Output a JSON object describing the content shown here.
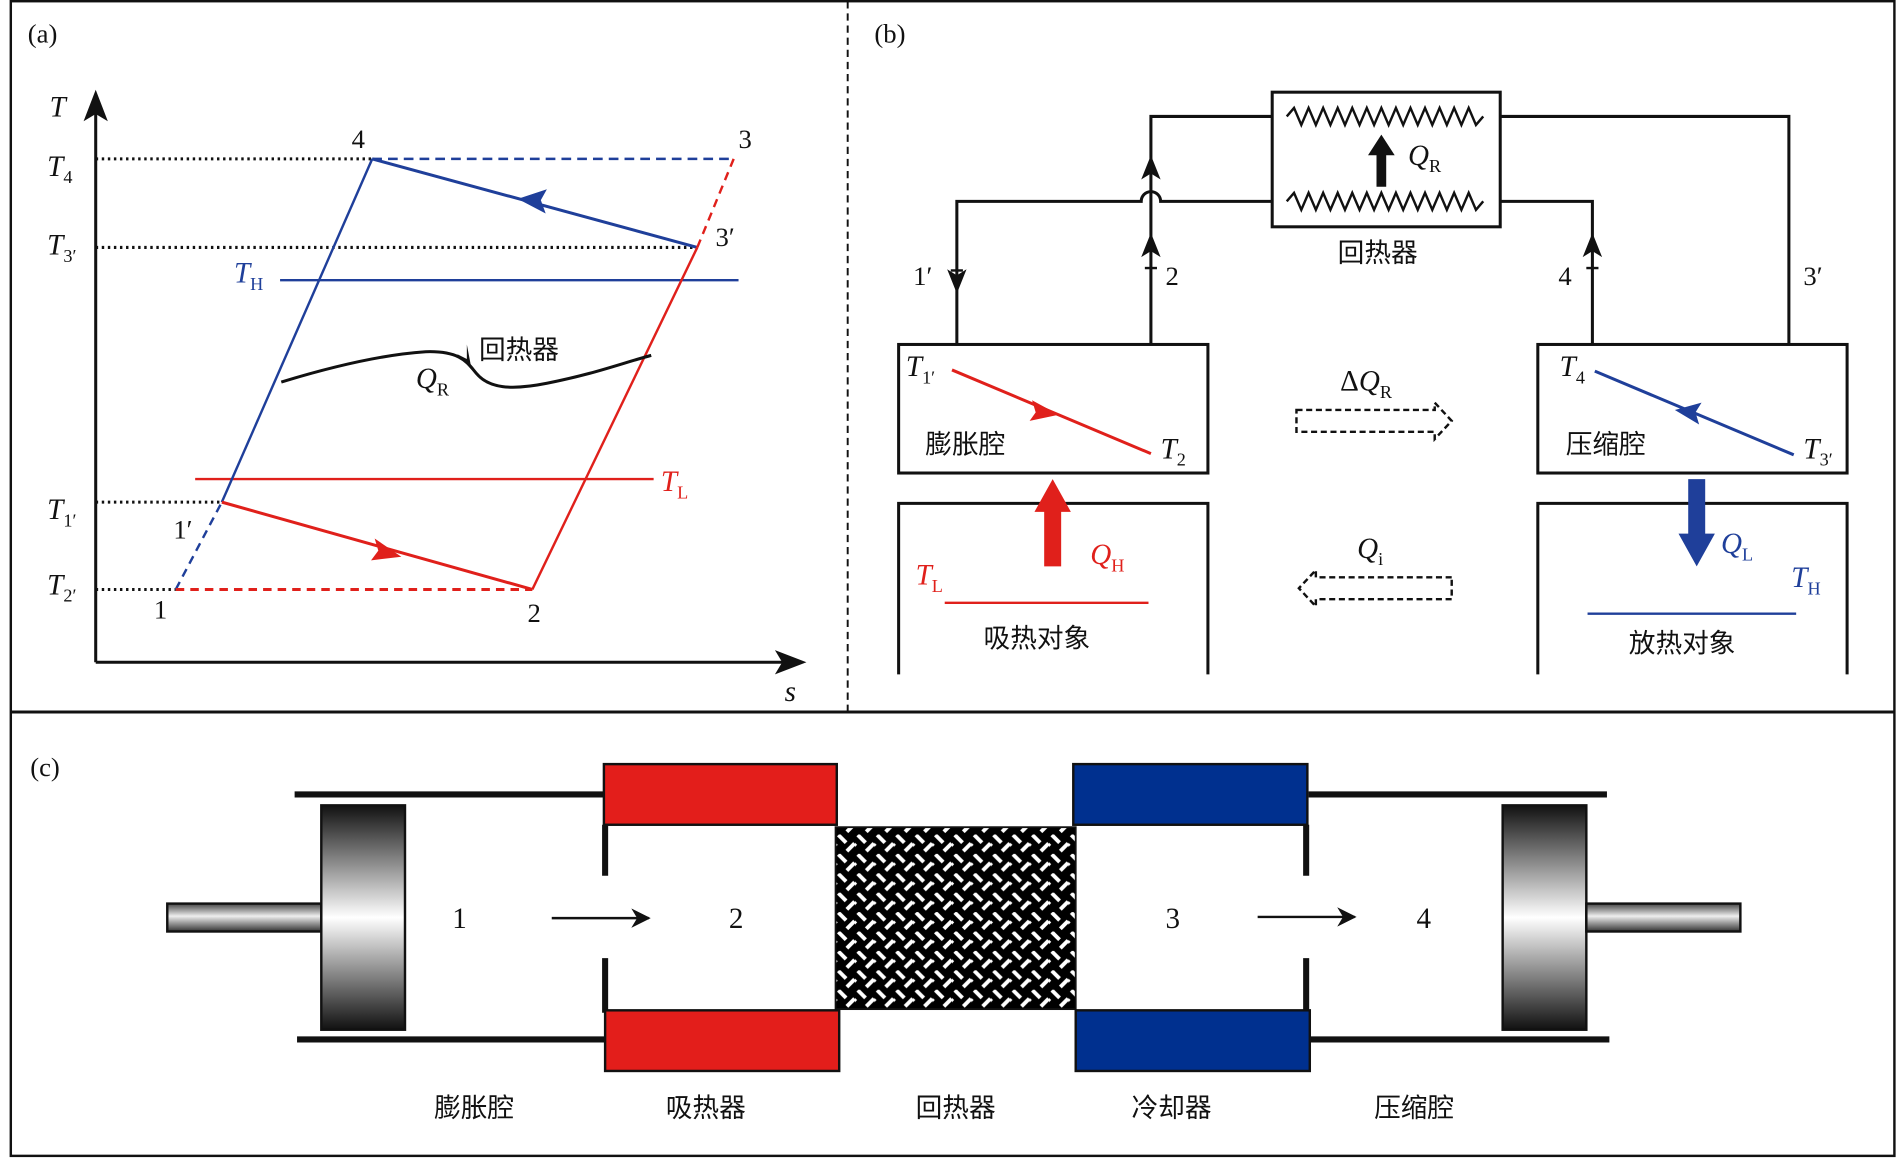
{
  "colors": {
    "red": "#e0201b",
    "blue": "#1f3f9a",
    "dark_blue": "#00308f",
    "black": "#111111"
  },
  "panel_a": {
    "label": "(a)",
    "y_axis": "T",
    "x_axis": "s",
    "ticks": {
      "T4": {
        "main": "T",
        "sub": "4"
      },
      "T3p": {
        "main": "T",
        "sub": "3′"
      },
      "T1p": {
        "main": "T",
        "sub": "1′"
      },
      "T2p": {
        "main": "T",
        "sub": "2′"
      }
    },
    "TH": {
      "main": "T",
      "sub": "H"
    },
    "TL": {
      "main": "T",
      "sub": "L"
    },
    "points": {
      "p1": "1",
      "p1p": "1′",
      "p2": "2",
      "p3": "3",
      "p3p": "3′",
      "p4": "4"
    },
    "regenerator": "回热器",
    "QR": {
      "main": "Q",
      "sub": "R"
    }
  },
  "panel_b": {
    "label": "(b)",
    "regenerator": "回热器",
    "QR": {
      "main": "Q",
      "sub": "R"
    },
    "port_labels": {
      "p1p": "1′",
      "p2": "2",
      "p4": "4",
      "p3p": "3′"
    },
    "expansion": {
      "name": "膨胀腔",
      "T_start": {
        "main": "T",
        "sub": "1′"
      },
      "T_end": {
        "main": "T",
        "sub": "2"
      }
    },
    "compression": {
      "name": "压缩腔",
      "T_start": {
        "main": "T",
        "sub": "4"
      },
      "T_end": {
        "main": "T",
        "sub": "3′"
      }
    },
    "dQR": {
      "prefix": "Δ",
      "main": "Q",
      "sub": "R"
    },
    "Qi": {
      "main": "Q",
      "sub": "i"
    },
    "heat_source": {
      "name": "吸热对象",
      "T": {
        "main": "T",
        "sub": "L"
      },
      "Q": {
        "main": "Q",
        "sub": "H"
      }
    },
    "heat_sink": {
      "name": "放热对象",
      "T": {
        "main": "T",
        "sub": "H"
      },
      "Q": {
        "main": "Q",
        "sub": "L"
      }
    }
  },
  "panel_c": {
    "label": "(c)",
    "numbers": {
      "n1": "1",
      "n2": "2",
      "n3": "3",
      "n4": "4"
    },
    "components": [
      "膨胀腔",
      "吸热器",
      "回热器",
      "冷却器",
      "压缩腔"
    ]
  }
}
